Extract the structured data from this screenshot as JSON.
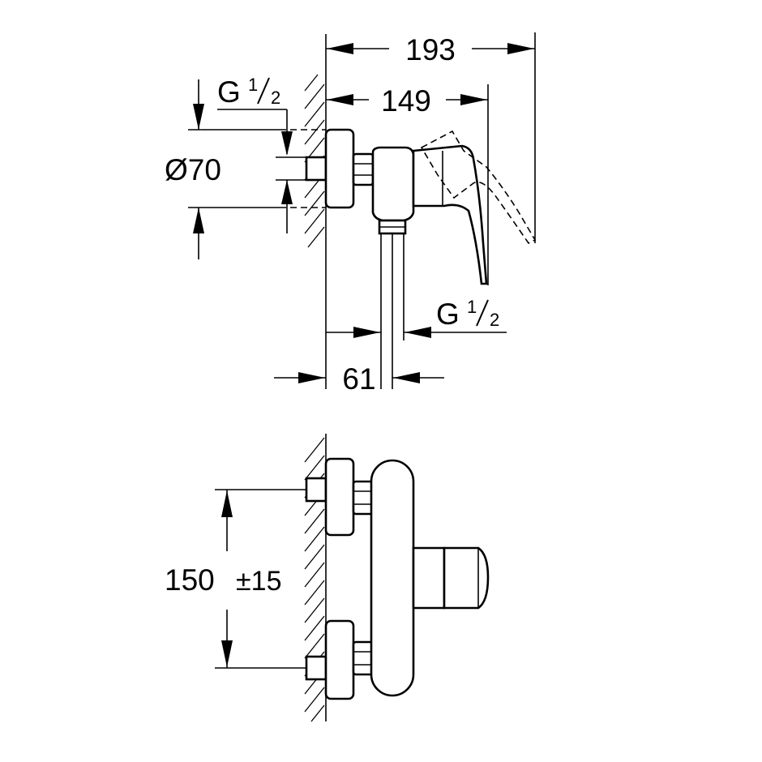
{
  "dimensions": {
    "overall_depth": "193",
    "lever_depth": "149",
    "inlet_thread_label": "G",
    "inlet_thread_fraction_num": "1",
    "inlet_thread_fraction_den": "2",
    "rosette_diameter": "Ø70",
    "outlet_thread_label": "G",
    "outlet_thread_fraction_num": "1",
    "outlet_thread_fraction_den": "2",
    "outlet_offset": "61",
    "inlet_spacing": "150",
    "inlet_spacing_tolerance": "±15"
  }
}
